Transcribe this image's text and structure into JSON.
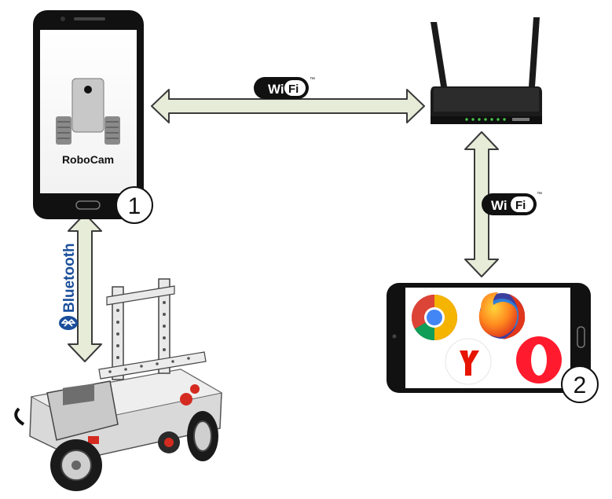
{
  "phone_app": {
    "label": "RoboCam"
  },
  "markers": {
    "phone": "1",
    "tablet": "2"
  },
  "links": {
    "phone_router": {
      "label_main": "Wi",
      "label_badge": "Fi",
      "tm": "™"
    },
    "router_tablet": {
      "label_main": "Wi",
      "label_badge": "Fi",
      "tm": "™"
    },
    "phone_robot": {
      "label": "Bluetooth"
    }
  },
  "browsers": [
    "chrome-icon",
    "firefox-icon",
    "yandex-icon",
    "opera-icon"
  ],
  "colors": {
    "arrow_fill": "#e6ecd8",
    "arrow_stroke": "#3b3b3b",
    "device_body": "#111111",
    "bluetooth_blue": "#1b4f9c",
    "robot_red": "#d42a1f"
  }
}
